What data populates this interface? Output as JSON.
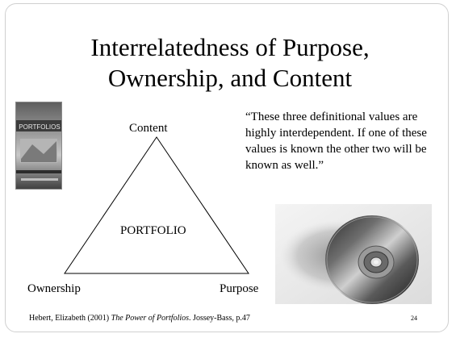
{
  "slide": {
    "title_line1": "Interrelatedness of Purpose,",
    "title_line2": "Ownership, and Content",
    "triangle": {
      "top_label": "Content",
      "left_label": "Ownership",
      "right_label": "Purpose",
      "center_label": "PORTFOLIO"
    },
    "quote": "“These three definitional values are highly interdependent. If one of these values is known the other two will be known as well.”",
    "book_cover_text": "PORTFOLIOS",
    "citation": {
      "prefix": "Hebert, Elizabeth (2001) ",
      "italic": "The Power of Portfolios",
      "suffix": ". Jossey-Bass, p.47"
    },
    "page_number": "24"
  }
}
